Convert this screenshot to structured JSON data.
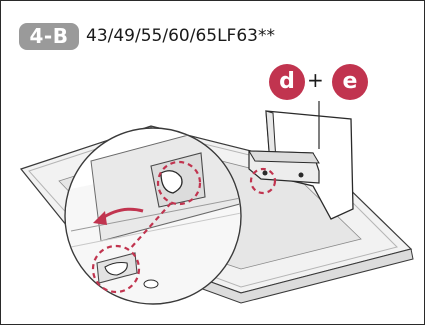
{
  "step": {
    "badge": "4-B",
    "models": "43/49/55/60/65LF63**"
  },
  "callouts": {
    "d": "d",
    "e": "e",
    "joiner": "+"
  },
  "colors": {
    "badge": "#9a9a9a",
    "callout": "#c1344f",
    "highlight_dash": "#c1344f"
  }
}
